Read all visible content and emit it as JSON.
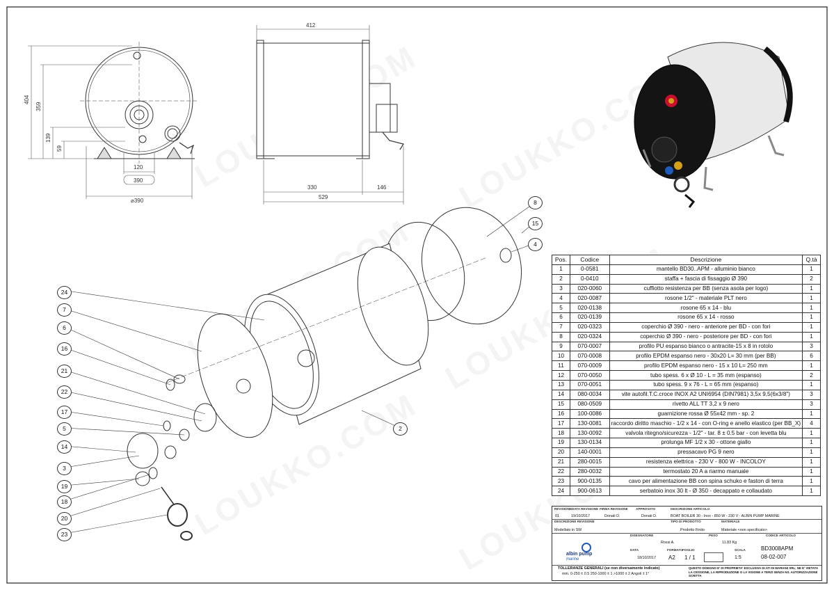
{
  "watermark": "LOUKKO.COM",
  "dimensions": {
    "top_width": "412",
    "h404": "404",
    "h359": "359",
    "h139": "139",
    "h59": "59",
    "w120": "120",
    "w390_box": "390",
    "w390_dia": "⌀390",
    "w330": "330",
    "w146": "146",
    "w529": "529"
  },
  "balloons_left": [
    "24",
    "7",
    "6",
    "16",
    "21",
    "22",
    "17",
    "5",
    "14",
    "3",
    "19",
    "18",
    "20",
    "23"
  ],
  "balloons_right": [
    "8",
    "15",
    "4",
    "2"
  ],
  "bom": {
    "headers": {
      "pos": "Pos.",
      "codice": "Codice",
      "descrizione": "Descrizione",
      "qta": "Q.tà"
    },
    "rows": [
      {
        "pos": "1",
        "codice": "0-0581",
        "descrizione": "mantello BD30..APM - alluminio bianco",
        "qta": "1"
      },
      {
        "pos": "2",
        "codice": "0-0410",
        "descrizione": "staffa + fascia di fissaggio Ø 390",
        "qta": "2"
      },
      {
        "pos": "3",
        "codice": "020-0060",
        "descrizione": "cuffiotto resistenza per BB (senza asola per logo)",
        "qta": "1"
      },
      {
        "pos": "4",
        "codice": "020-0087",
        "descrizione": "rosone 1/2\" - materiale PLT nero",
        "qta": "1"
      },
      {
        "pos": "5",
        "codice": "020-0138",
        "descrizione": "rosone 65 x 14 - blu",
        "qta": "1"
      },
      {
        "pos": "6",
        "codice": "020-0139",
        "descrizione": "rosone 65 x 14 - rosso",
        "qta": "1"
      },
      {
        "pos": "7",
        "codice": "020-0323",
        "descrizione": "coperchio Ø 390 - nero - anteriore per BD - con fori",
        "qta": "1"
      },
      {
        "pos": "8",
        "codice": "020-0324",
        "descrizione": "coperchio Ø 390 - nero - posteriore per BD - con fori",
        "qta": "1"
      },
      {
        "pos": "9",
        "codice": "070-0007",
        "descrizione": "profilo PU espanso bianco o antracite-15 x 8 in rotolo",
        "qta": "3"
      },
      {
        "pos": "10",
        "codice": "070-0008",
        "descrizione": "profilo EPDM espanso nero - 30x20 L= 30 mm (per BB)",
        "qta": "6"
      },
      {
        "pos": "11",
        "codice": "070-0009",
        "descrizione": "profilo EPDM espanso nero - 15 x 10 L= 250 mm",
        "qta": "1"
      },
      {
        "pos": "12",
        "codice": "070-0050",
        "descrizione": "tubo spess. 6 x Ø 10 - L = 35 mm (espanso)",
        "qta": "2"
      },
      {
        "pos": "13",
        "codice": "070-0051",
        "descrizione": "tubo spess. 9 x 76 - L = 65 mm (espanso)",
        "qta": "1"
      },
      {
        "pos": "14",
        "codice": "080-0034",
        "descrizione": "vite autofil.T.C.croce INOX A2 UNI6954 (DIN7981) 3,5x 9,5(6x3/8\")",
        "qta": "3"
      },
      {
        "pos": "15",
        "codice": "080-0509",
        "descrizione": "rivetto ALL TT 3,2 x 9 nero",
        "qta": "3"
      },
      {
        "pos": "16",
        "codice": "100-0086",
        "descrizione": "guarnizione rossa Ø 55x42 mm - sp. 2",
        "qta": "1"
      },
      {
        "pos": "17",
        "codice": "130-0081",
        "descrizione": "raccordo diritto maschio - 1/2 x 14 - con O-ring e anello elastico (per BB_X)",
        "qta": "4"
      },
      {
        "pos": "18",
        "codice": "130-0092",
        "descrizione": "valvola ritegno/sicurezza - 1/2\" - tar. 8 ± 0.5 bar - con levetta blu",
        "qta": "1"
      },
      {
        "pos": "19",
        "codice": "130-0134",
        "descrizione": "prolunga MF 1/2 x 30 - ottone giallo",
        "qta": "1"
      },
      {
        "pos": "20",
        "codice": "140-0001",
        "descrizione": "pressacavo PG 9 nero",
        "qta": "1"
      },
      {
        "pos": "21",
        "codice": "280-0015",
        "descrizione": "resistenza elettrica - 230 V - 800 W - INCOLOY",
        "qta": "1"
      },
      {
        "pos": "22",
        "codice": "280-0032",
        "descrizione": "termostato 20 A a riarmo manuale",
        "qta": "1"
      },
      {
        "pos": "23",
        "codice": "900-0135",
        "descrizione": "cavo per alimentazione BB con spina schuko e faston di terra",
        "qta": "1"
      },
      {
        "pos": "24",
        "codice": "900-0613",
        "descrizione": "serbatoio inox 30 lt - Ø 350 - decappato e collaudato",
        "qta": "1"
      }
    ]
  },
  "title_block": {
    "revisione_label": "REVISIONE",
    "data_rev_label": "DATA REVISIONE",
    "firma_rev_label": "FIRMA REVISIONE",
    "approvato_label": "APPROVATO",
    "descrizione_articolo_label": "DESCRIZIONE ARTICOLO",
    "rev": "01",
    "rev_date": "19/10/2017",
    "rev_by": "Donati D.",
    "approved_by": "Donati D.",
    "article_desc": "BOAT BOILER 30 - Inox - 850 W - 230 V - ALBIN PUMP MARINE",
    "descr_rev_label": "DESCRIZIONE REVISIONE",
    "tipo_prod_label": "TIPO DI PRODOTTO",
    "materiale_label": "MATERIALE",
    "model_note": "Modellato in SW",
    "product_type": "Prodotto Finito",
    "material": "Materiale <non specificato>",
    "disegnatore_label": "DISEGNATORE",
    "peso_label": "PESO",
    "codice_articolo_label": "CODICE ARTICOLO",
    "drawer": "Rossi A.",
    "weight": "11.83 Kg",
    "article_code": "BD3008APM",
    "data_label": "DATA",
    "formato_label": "FORMATO",
    "foglio_label": "FOGLIO",
    "scala_label": "SCALA",
    "date": "18/10/2017",
    "format": "A2",
    "sheet": "1 / 1",
    "scale": "1:5",
    "doc_code": "08-02-007",
    "logo_text_1": "albin pump",
    "logo_text_2": "marine",
    "tolerance_title": "TOLLERANZE GENERALI (se non diversamente indicato)",
    "tolerance_values": "mm. 0-250 ± 0.5    250-1000 ± 1    >1000 ± 2    Angoli ± 1°",
    "property_note": "QUESTO DISEGNO E' DI PROPRIETA' ESCLUSIVA DI ATI DI MARIANI SRL; NE E' VIETATA LA CESSIONE, LA RIPRODUZIONE O LA VISIONE A TERZI SENZA NS. AUTORIZZAZIONE SCRITTA"
  }
}
